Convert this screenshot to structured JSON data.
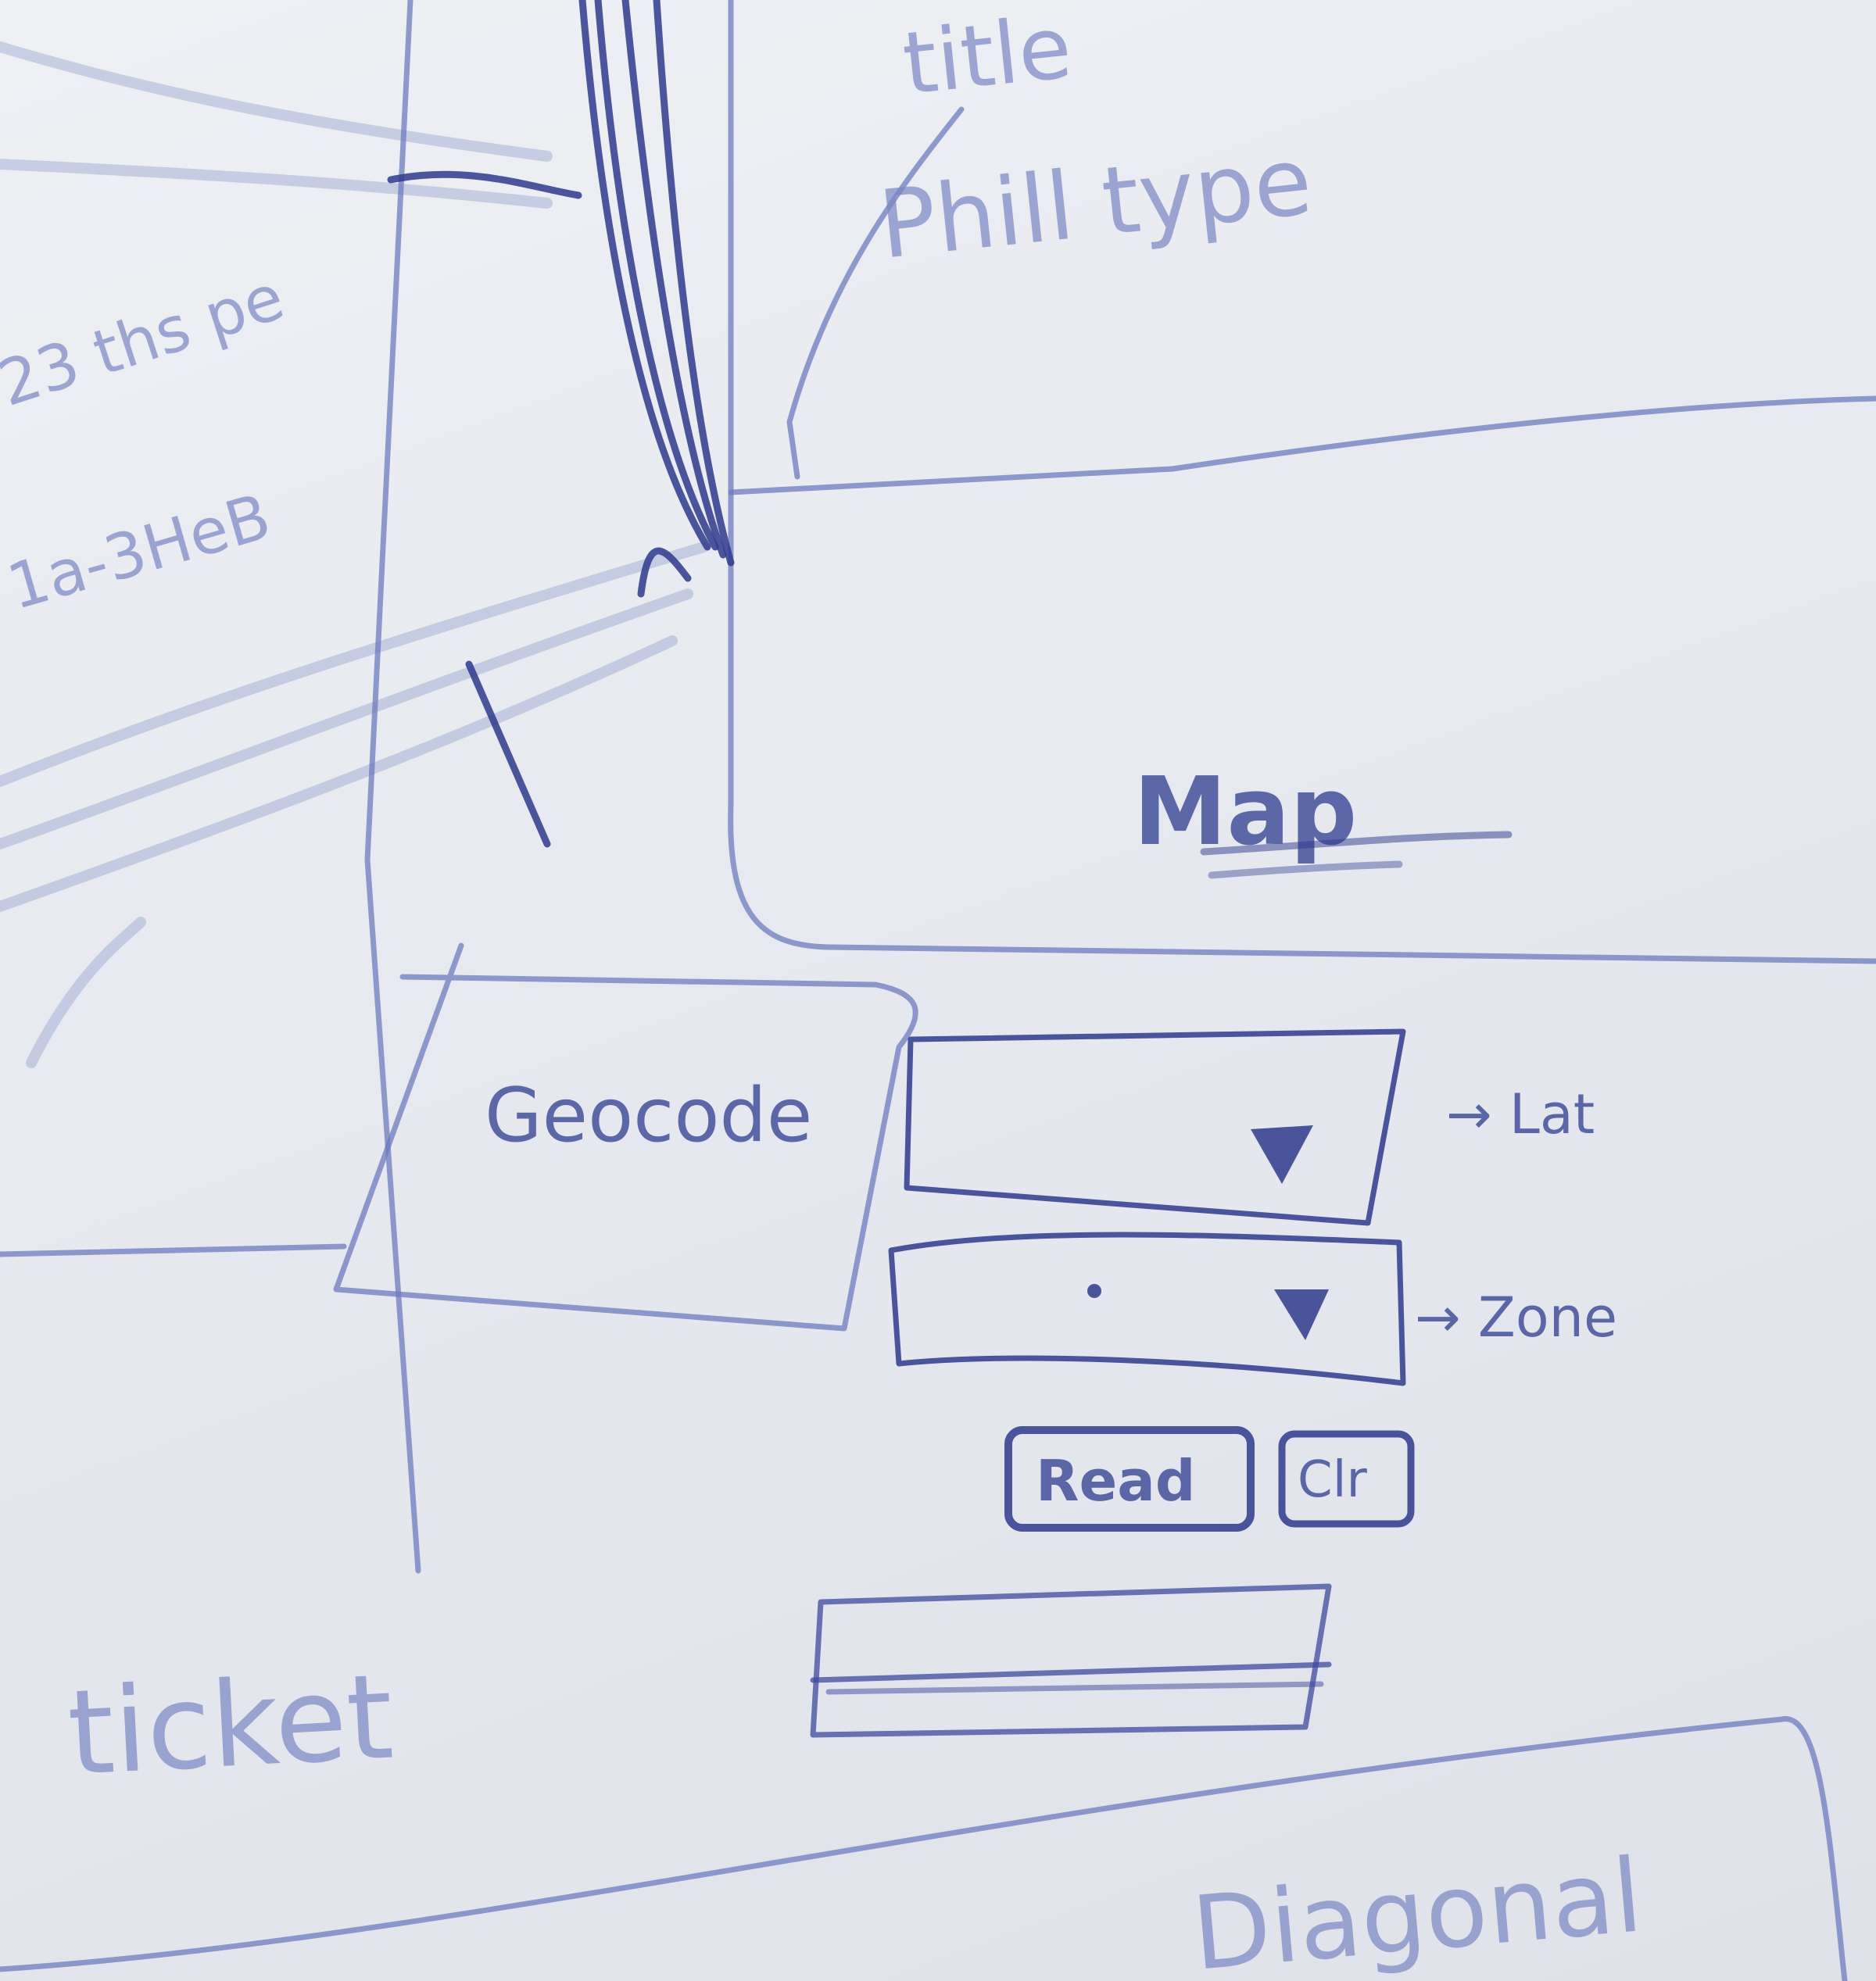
{
  "sketch": {
    "header_words": [
      "title",
      "Phill type"
    ],
    "map_label": "Map",
    "button_label": "Geocode",
    "dropdown_1_note": "→ Lat",
    "dropdown_2_note": "→ Zone",
    "read_button_label": "Read",
    "clear_button_label": "Clr",
    "ticket_label": "ticket",
    "bottom_label": "Diagonal",
    "left_scribbles": [
      "23 ths pe",
      "1a-3HeB"
    ]
  },
  "colors": {
    "paper": "#e9ebf0",
    "ink": "#2e3a8c",
    "faint_ink": "#6e7bbd"
  }
}
